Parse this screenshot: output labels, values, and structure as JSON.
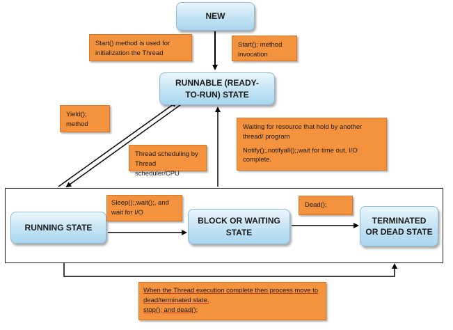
{
  "states": {
    "new": "NEW",
    "runnable": "RUNNABLE (READY-TO-RUN) STATE",
    "running": "RUNNING STATE",
    "block_waiting": "BLOCK OR WAITING STATE",
    "terminated": "TERMINATED OR DEAD STATE"
  },
  "notes": {
    "start_method": "Start() method is used for initialization the Thread",
    "start_invocation": "Start(); method invocation",
    "yield": "Yield(); method",
    "scheduling": "Thread scheduling by Thread scheduler/CPU",
    "waiting_resource_1": "Waiting for resource that hold by another thread/ program",
    "waiting_resource_2": "Notify();,notifyall();,wait for time out, I/O complete.",
    "sleep_wait": "Sleep();,wait();, and wait for I/O",
    "dead": "Dead();",
    "complete_1": "When the Thread execution complete then process move to dead/terminated state.",
    "complete_2": "stop(); and dead();"
  },
  "colors": {
    "note_fill": "#f5923e",
    "state_fill": "#c3e3f4"
  }
}
